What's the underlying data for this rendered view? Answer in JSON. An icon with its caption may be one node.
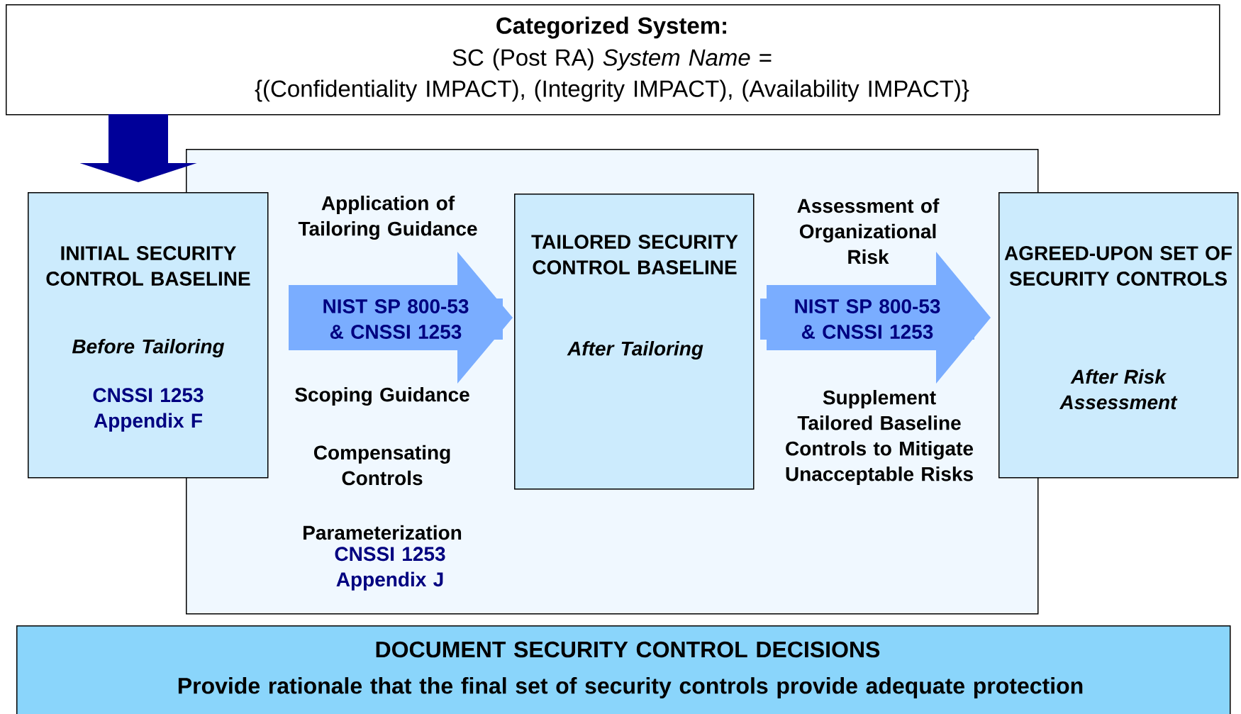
{
  "diagram": {
    "nodes": [
      {
        "text": [
          "Categorized System:",
          "SC (Post RA) *System Name* =",
          "{(Confidentiality IMPACT), (Integrity IMPACT), (Availability IMPACT)}"
        ]
      },
      {
        "text": [
          "INITIAL SECURITY CONTROL BASELINE",
          "Before Tailoring",
          "CNSSI 1253 Appendix F"
        ]
      },
      {
        "text": [
          "Application of Tailoring Guidance",
          "Scoping Guidance",
          "Compensating Controls",
          "Parameterization",
          "CNSSI 1253 Appendix J",
          "Assessment of Organizational Risk",
          "Supplement Tailored Baseline Controls to Mitigate Unacceptable Risks"
        ]
      },
      {
        "text": [
          "TAILORED SECURITY CONTROL BASELINE",
          "After Tailoring"
        ],
        "in": 2
      },
      {
        "text": [
          "AGREED-UPON SET OF SECURITY CONTROLS",
          "After Risk Assessment"
        ]
      },
      {
        "text": [
          "DOCUMENT SECURITY CONTROL DECISIONS",
          "Provide rationale that the final set of security controls provide adequate protection"
        ]
      }
    ],
    "edges": [
      {
        "from": 0,
        "to": 1,
        "arrow": "to",
        "color": "#000099"
      },
      {
        "from": 1,
        "to": 3,
        "arrow": "to",
        "label": "NIST SP 800-53 & CNSSI 1253"
      },
      {
        "from": 3,
        "to": 4,
        "arrow": "to",
        "label": "NIST SP 800-53 & CNSSI 1253"
      }
    ]
  }
}
